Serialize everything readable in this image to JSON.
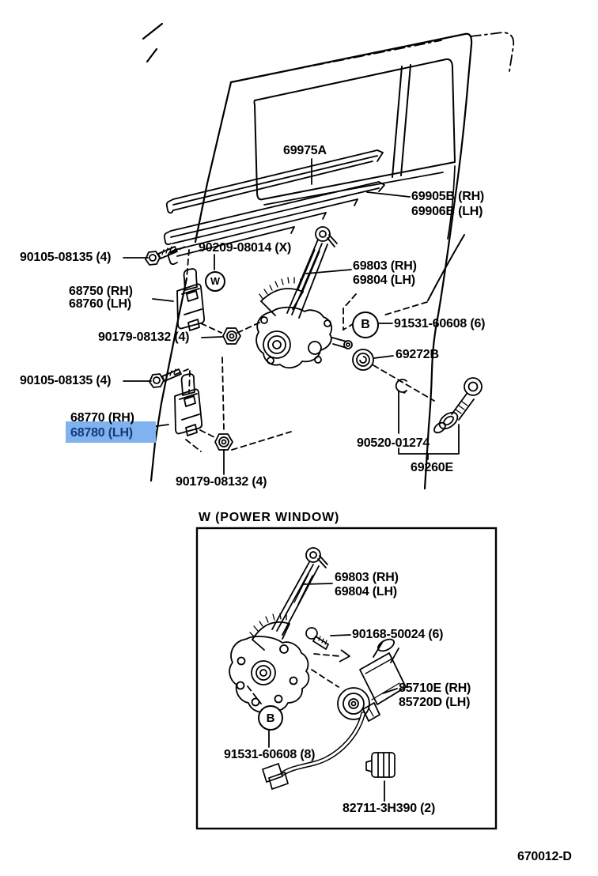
{
  "colors": {
    "highlight_bg": "#7FB2EF",
    "highlight_text": "#15397C",
    "line": "#000000"
  },
  "doc": {
    "drawing_code": "670012-D"
  },
  "markers": {
    "b": "B",
    "w": "W"
  },
  "upper": {
    "frame_channel": "69975A",
    "run_rh": "69905B (RH)",
    "run_lh": "69906B (LH)",
    "bolt_upper": "90105-08135 (4)",
    "washer_code": "90209-08014 (X)",
    "hinge_upper_rh": "68750 (RH)",
    "hinge_upper_lh": "68760 (LH)",
    "nut_upper": "90179-08132 (4)",
    "regulator_rh": "69803 (RH)",
    "regulator_lh": "69804 (LH)",
    "bolt_b": "91531-60608 (6)",
    "grommet": "69272B",
    "bolt_lower": "90105-08135 (4)",
    "hinge_lower_rh": "68770 (RH)",
    "hinge_lower_lh": "68780 (LH)",
    "nut_lower": "90179-08132 (4)",
    "handle_washer": "90520-01274",
    "handle": "69260E"
  },
  "power_window": {
    "title": "W (POWER WINDOW)",
    "regulator_rh": "69803 (RH)",
    "regulator_lh": "69804 (LH)",
    "screw": "90168-50024 (6)",
    "motor_rh": "85710E (RH)",
    "motor_lh": "85720D (LH)",
    "bolt_b": "91531-60608 (8)",
    "clamp": "82711-3H390 (2)"
  }
}
